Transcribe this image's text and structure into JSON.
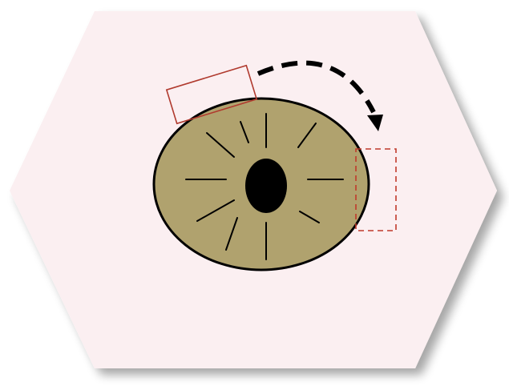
{
  "diagram": {
    "colors": {
      "page_background": "#ffffff",
      "hexagon_fill": "#fbeff1",
      "hexagon_shadow": "#d7d7d7",
      "disc_fill": "#b0a26e",
      "disc_outline": "#000000",
      "center_hole": "#000000",
      "spoke": "#000000",
      "tab_fill": "#c8c8c8",
      "original_position_box": "#b03a2e",
      "target_position_box": "#c0392b",
      "rotation_arrow": "#000000"
    },
    "elements": {
      "hexagon": "hexagon-panel",
      "disc": "segmented-disc",
      "center_hole": "center-hole",
      "spokes_count": 10,
      "original_position_box_style": "solid",
      "target_position_box_style": "dashed",
      "rotation_arrow_style": "dashed-curved-clockwise",
      "arrow_head_icon": "arrowhead-icon"
    }
  }
}
